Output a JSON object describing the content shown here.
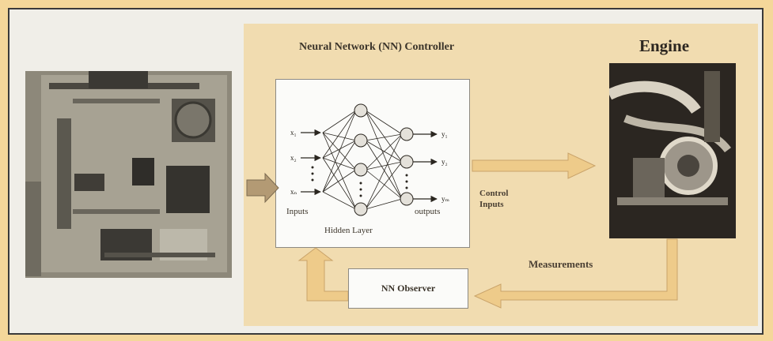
{
  "diagram": {
    "title": "Neural Network (NN) Controller",
    "engine_label": "Engine",
    "nn": {
      "input_labels": [
        "x₁",
        "x₂",
        "xₙ"
      ],
      "output_labels": [
        "y₁",
        "y₂",
        "yₘ"
      ],
      "inputs_label": "Inputs",
      "hidden_layer_label": "Hidden Layer",
      "outputs_label": "outputs"
    },
    "control_inputs_label": "Control\nInputs",
    "measurements_label": "Measurements",
    "observer_label": "NN Observer"
  },
  "colors": {
    "background": "#f4d79a",
    "panel": "#f1dcb0",
    "arrow_fill": "#eecb8a",
    "node_fill": "#e4e1da"
  }
}
